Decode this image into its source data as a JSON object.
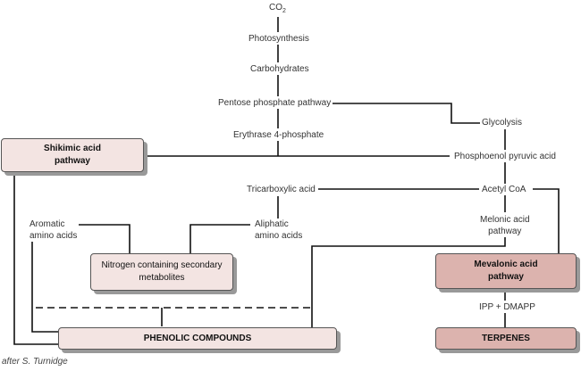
{
  "nodes": {
    "co2": {
      "main": "CO",
      "sub": "2"
    },
    "photosynthesis": "Photosynthesis",
    "carbohydrates": "Carbohydrates",
    "pentose": "Pentose phosphate pathway",
    "glycolysis": "Glycolysis",
    "erythrase": "Erythrase 4-phosphate",
    "pep": "Phosphoenol pyruvic acid",
    "tca": "Tricarboxylic acid",
    "acetyl_coa": "Acetyl CoA",
    "aromatic": [
      "Aromatic",
      "amino acids"
    ],
    "aliphatic": [
      "Aliphatic",
      "amino acids"
    ],
    "melonic": [
      "Melonic acid",
      "pathway"
    ],
    "ipp": "IPP + DMAPP"
  },
  "boxes": {
    "shikimic": [
      "Shikimic acid",
      "pathway"
    ],
    "nitrogen": [
      "Nitrogen containing secondary",
      "metabolites"
    ],
    "mevalonic": [
      "Mevalonic acid",
      "pathway"
    ],
    "phenolic": "PHENOLIC COMPOUNDS",
    "terpenes": "TERPENES"
  },
  "credit": "after S. Turnidge",
  "colors": {
    "box_light": "#f3e4e2",
    "box_dark": "#dcb3ae",
    "line": "#111111"
  }
}
